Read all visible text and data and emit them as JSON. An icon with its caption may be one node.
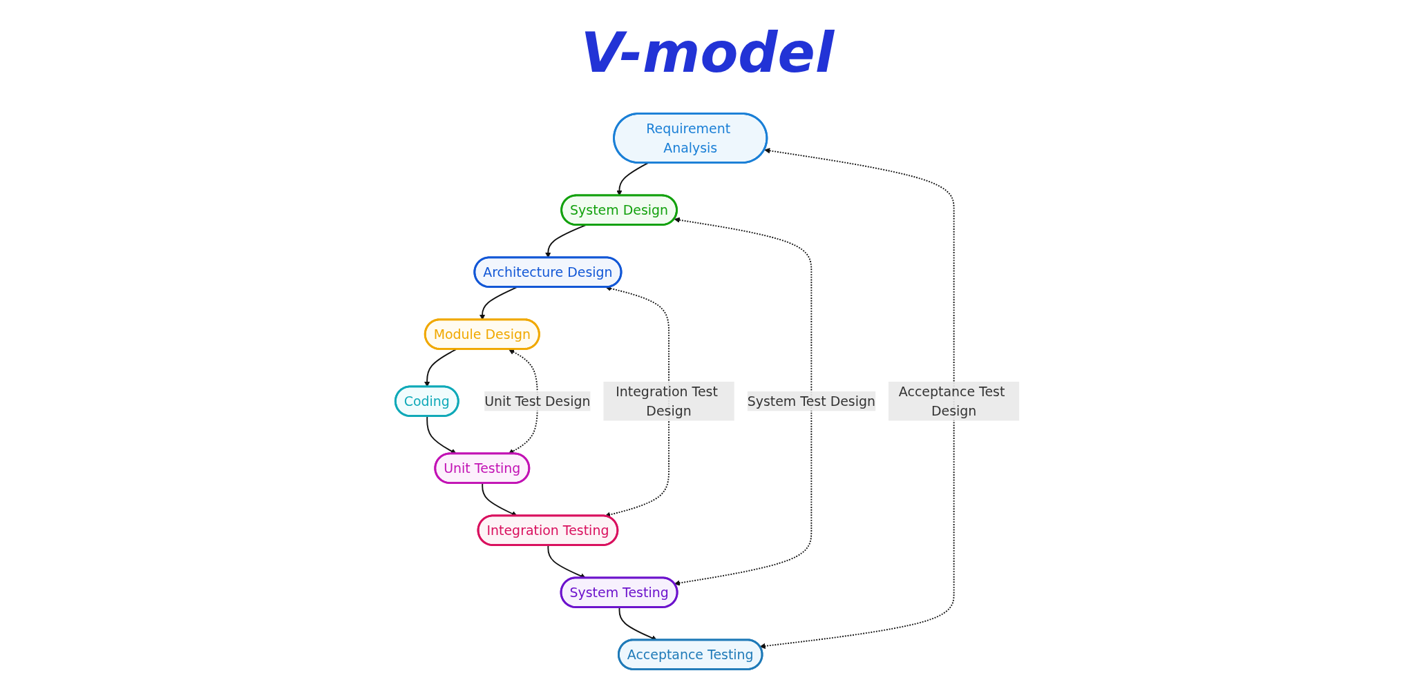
{
  "diagram": {
    "title": "V-model",
    "nodes": [
      {
        "text": [
          "Requirement Analysis"
        ]
      },
      {
        "text": [
          "Acceptance Testing"
        ]
      },
      {
        "text": [
          "System Design"
        ]
      },
      {
        "text": [
          "System Testing"
        ]
      },
      {
        "text": [
          "Architecture Design"
        ]
      },
      {
        "text": [
          "Integration Testing"
        ]
      },
      {
        "text": [
          "Module Design"
        ]
      },
      {
        "text": [
          "Unit Testing"
        ]
      },
      {
        "text": [
          "Coding"
        ]
      }
    ],
    "edges": [
      {
        "from": 0,
        "to": 2,
        "arrow": "to"
      },
      {
        "from": 2,
        "to": 4,
        "arrow": "to"
      },
      {
        "from": 4,
        "to": 6,
        "arrow": "to"
      },
      {
        "from": 6,
        "to": 8,
        "arrow": "to"
      },
      {
        "from": 8,
        "to": 7,
        "arrow": "to"
      },
      {
        "from": 7,
        "to": 5,
        "arrow": "to"
      },
      {
        "from": 5,
        "to": 3,
        "arrow": "to"
      },
      {
        "from": 3,
        "to": 1,
        "arrow": "to"
      },
      {
        "from": 0,
        "to": 1,
        "arrow": "both",
        "label": "Acceptance Test Design",
        "style": "dashed"
      },
      {
        "from": 2,
        "to": 3,
        "arrow": "both",
        "label": "System Test Design",
        "style": "dashed"
      },
      {
        "from": 4,
        "to": 5,
        "arrow": "both",
        "label": "Integration Test Design",
        "style": "dashed"
      },
      {
        "from": 6,
        "to": 7,
        "arrow": "both",
        "label": "Unit Test Design",
        "style": "dashed"
      }
    ]
  }
}
